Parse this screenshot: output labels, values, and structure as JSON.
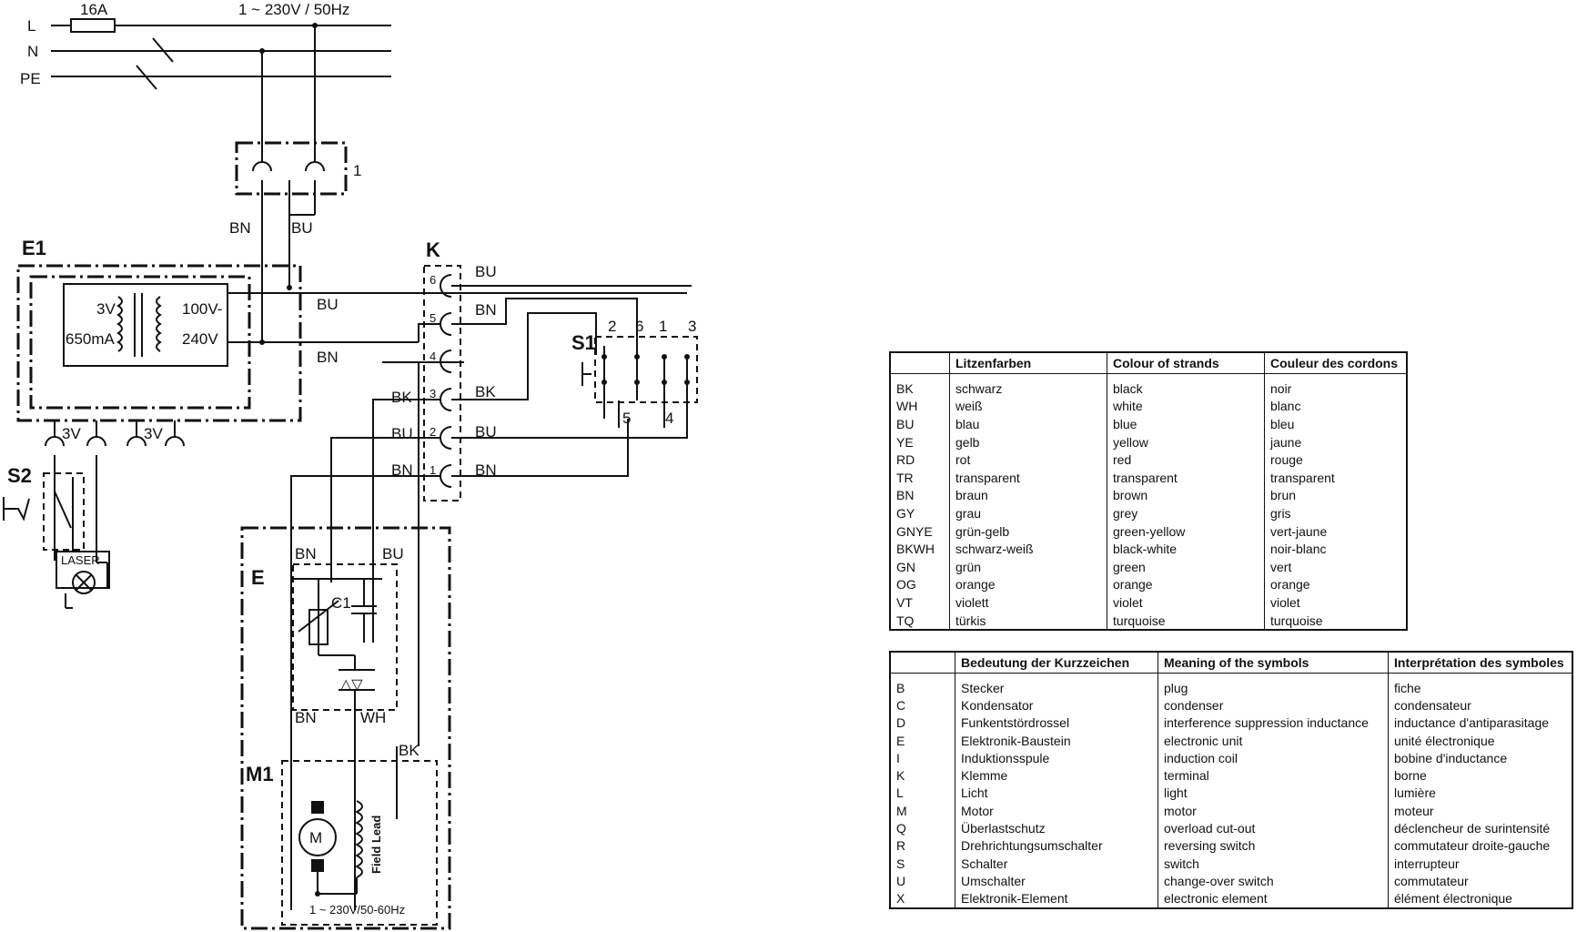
{
  "diagram": {
    "supply": {
      "fuse": "16A",
      "voltage": "1 ~ 230V / 50Hz",
      "lines": [
        "L",
        "N",
        "PE"
      ]
    },
    "labels": {
      "plug": "1",
      "e1": "E1",
      "k": "K",
      "s1": "S1",
      "s2": "S2",
      "e": "E",
      "m1": "M1",
      "c1": "C1",
      "motor": "M",
      "laser": "LASER",
      "field_lead": "Field Lead",
      "motor_supply": "1 ~ 230V/50-60Hz",
      "trafo_3v": "3V",
      "trafo_650ma": "650mA",
      "trafo_100v": "100V-",
      "trafo_240v": "240V",
      "laser_3v_a": "3V",
      "laser_3v_b": "3V",
      "terminals": [
        "6",
        "5",
        "4",
        "3",
        "2",
        "1"
      ],
      "s1_top": [
        "2",
        "6",
        "1",
        "3"
      ],
      "s1_bottom": [
        "5",
        "4"
      ],
      "wires": {
        "plug_bn": "BN",
        "plug_bu": "BU",
        "e1_bu": "BU",
        "e1_bn": "BN",
        "k6": "BU",
        "k5": "BN",
        "k3_left": "BK",
        "k3_right": "BK",
        "k2_left": "BU",
        "k2_right": "BU",
        "k1_left": "BN",
        "k1_right": "BN",
        "e_bn_top": "BN",
        "e_bu_top": "BU",
        "e_bn_bottom": "BN",
        "e_wh": "WH",
        "m1_bk": "BK"
      }
    }
  },
  "color_table": {
    "headers": [
      "",
      "Litzenfarben",
      "Colour of strands",
      "Couleur des cordons"
    ],
    "rows": [
      [
        "BK",
        "schwarz",
        "black",
        "noir"
      ],
      [
        "WH",
        "weiß",
        "white",
        "blanc"
      ],
      [
        "BU",
        "blau",
        "blue",
        "bleu"
      ],
      [
        "YE",
        "gelb",
        "yellow",
        "jaune"
      ],
      [
        "RD",
        "rot",
        "red",
        "rouge"
      ],
      [
        "TR",
        "transparent",
        "transparent",
        "transparent"
      ],
      [
        "BN",
        "braun",
        "brown",
        "brun"
      ],
      [
        "GY",
        "grau",
        "grey",
        "gris"
      ],
      [
        "GNYE",
        "grün-gelb",
        "green-yellow",
        "vert-jaune"
      ],
      [
        "BKWH",
        "schwarz-weiß",
        "black-white",
        "noir-blanc"
      ],
      [
        "GN",
        "grün",
        "green",
        "vert"
      ],
      [
        "OG",
        "orange",
        "orange",
        "orange"
      ],
      [
        "VT",
        "violett",
        "violet",
        "violet"
      ],
      [
        "TQ",
        "türkis",
        "turquoise",
        "turquoise"
      ]
    ]
  },
  "symbol_table": {
    "headers": [
      "",
      "Bedeutung der Kurzzeichen",
      "Meaning of the symbols",
      "Interprétation des symboles"
    ],
    "rows": [
      [
        "B",
        "Stecker",
        "plug",
        "fiche"
      ],
      [
        "C",
        "Kondensator",
        "condenser",
        "condensateur"
      ],
      [
        "D",
        "Funkentstördrossel",
        "interference suppression inductance",
        "inductance d'antiparasitage"
      ],
      [
        "E",
        "Elektronik-Baustein",
        "electronic unit",
        "unité électronique"
      ],
      [
        "I",
        "Induktionsspule",
        "induction coil",
        "bobine d'inductance"
      ],
      [
        "K",
        "Klemme",
        "terminal",
        "borne"
      ],
      [
        "L",
        "Licht",
        "light",
        "lumière"
      ],
      [
        "M",
        "Motor",
        "motor",
        "moteur"
      ],
      [
        "Q",
        "Überlastschutz",
        "overload cut-out",
        "déclencheur de surintensité"
      ],
      [
        "R",
        "Drehrichtungsumschalter",
        "reversing switch",
        "commutateur droite-gauche"
      ],
      [
        "S",
        "Schalter",
        "switch",
        "interrupteur"
      ],
      [
        "U",
        "Umschalter",
        "change-over switch",
        "commutateur"
      ],
      [
        "X",
        "Elektronik-Element",
        "electronic element",
        "élément électronique"
      ]
    ]
  }
}
